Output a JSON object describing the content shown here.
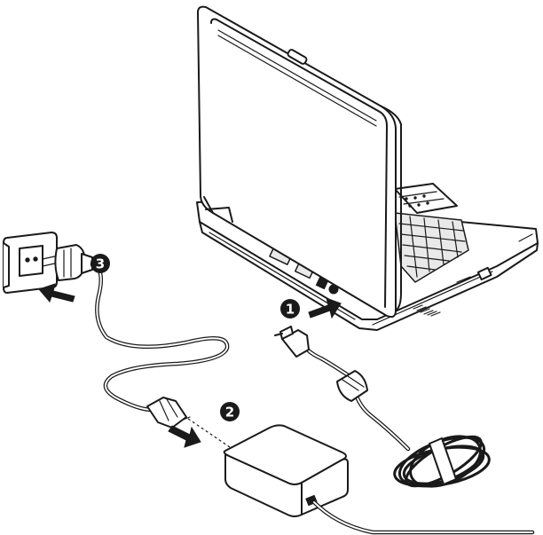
{
  "steps": [
    {
      "number": "1"
    },
    {
      "number": "2"
    },
    {
      "number": "3"
    }
  ],
  "icons": [
    "laptop-icon",
    "ac-adapter-icon",
    "wall-outlet-icon",
    "power-plug-icon",
    "dc-connector-icon",
    "arrow-icon"
  ],
  "colors": {
    "line": "#1a1a1a",
    "background": "#ffffff",
    "shade": "#e9e9e9"
  }
}
